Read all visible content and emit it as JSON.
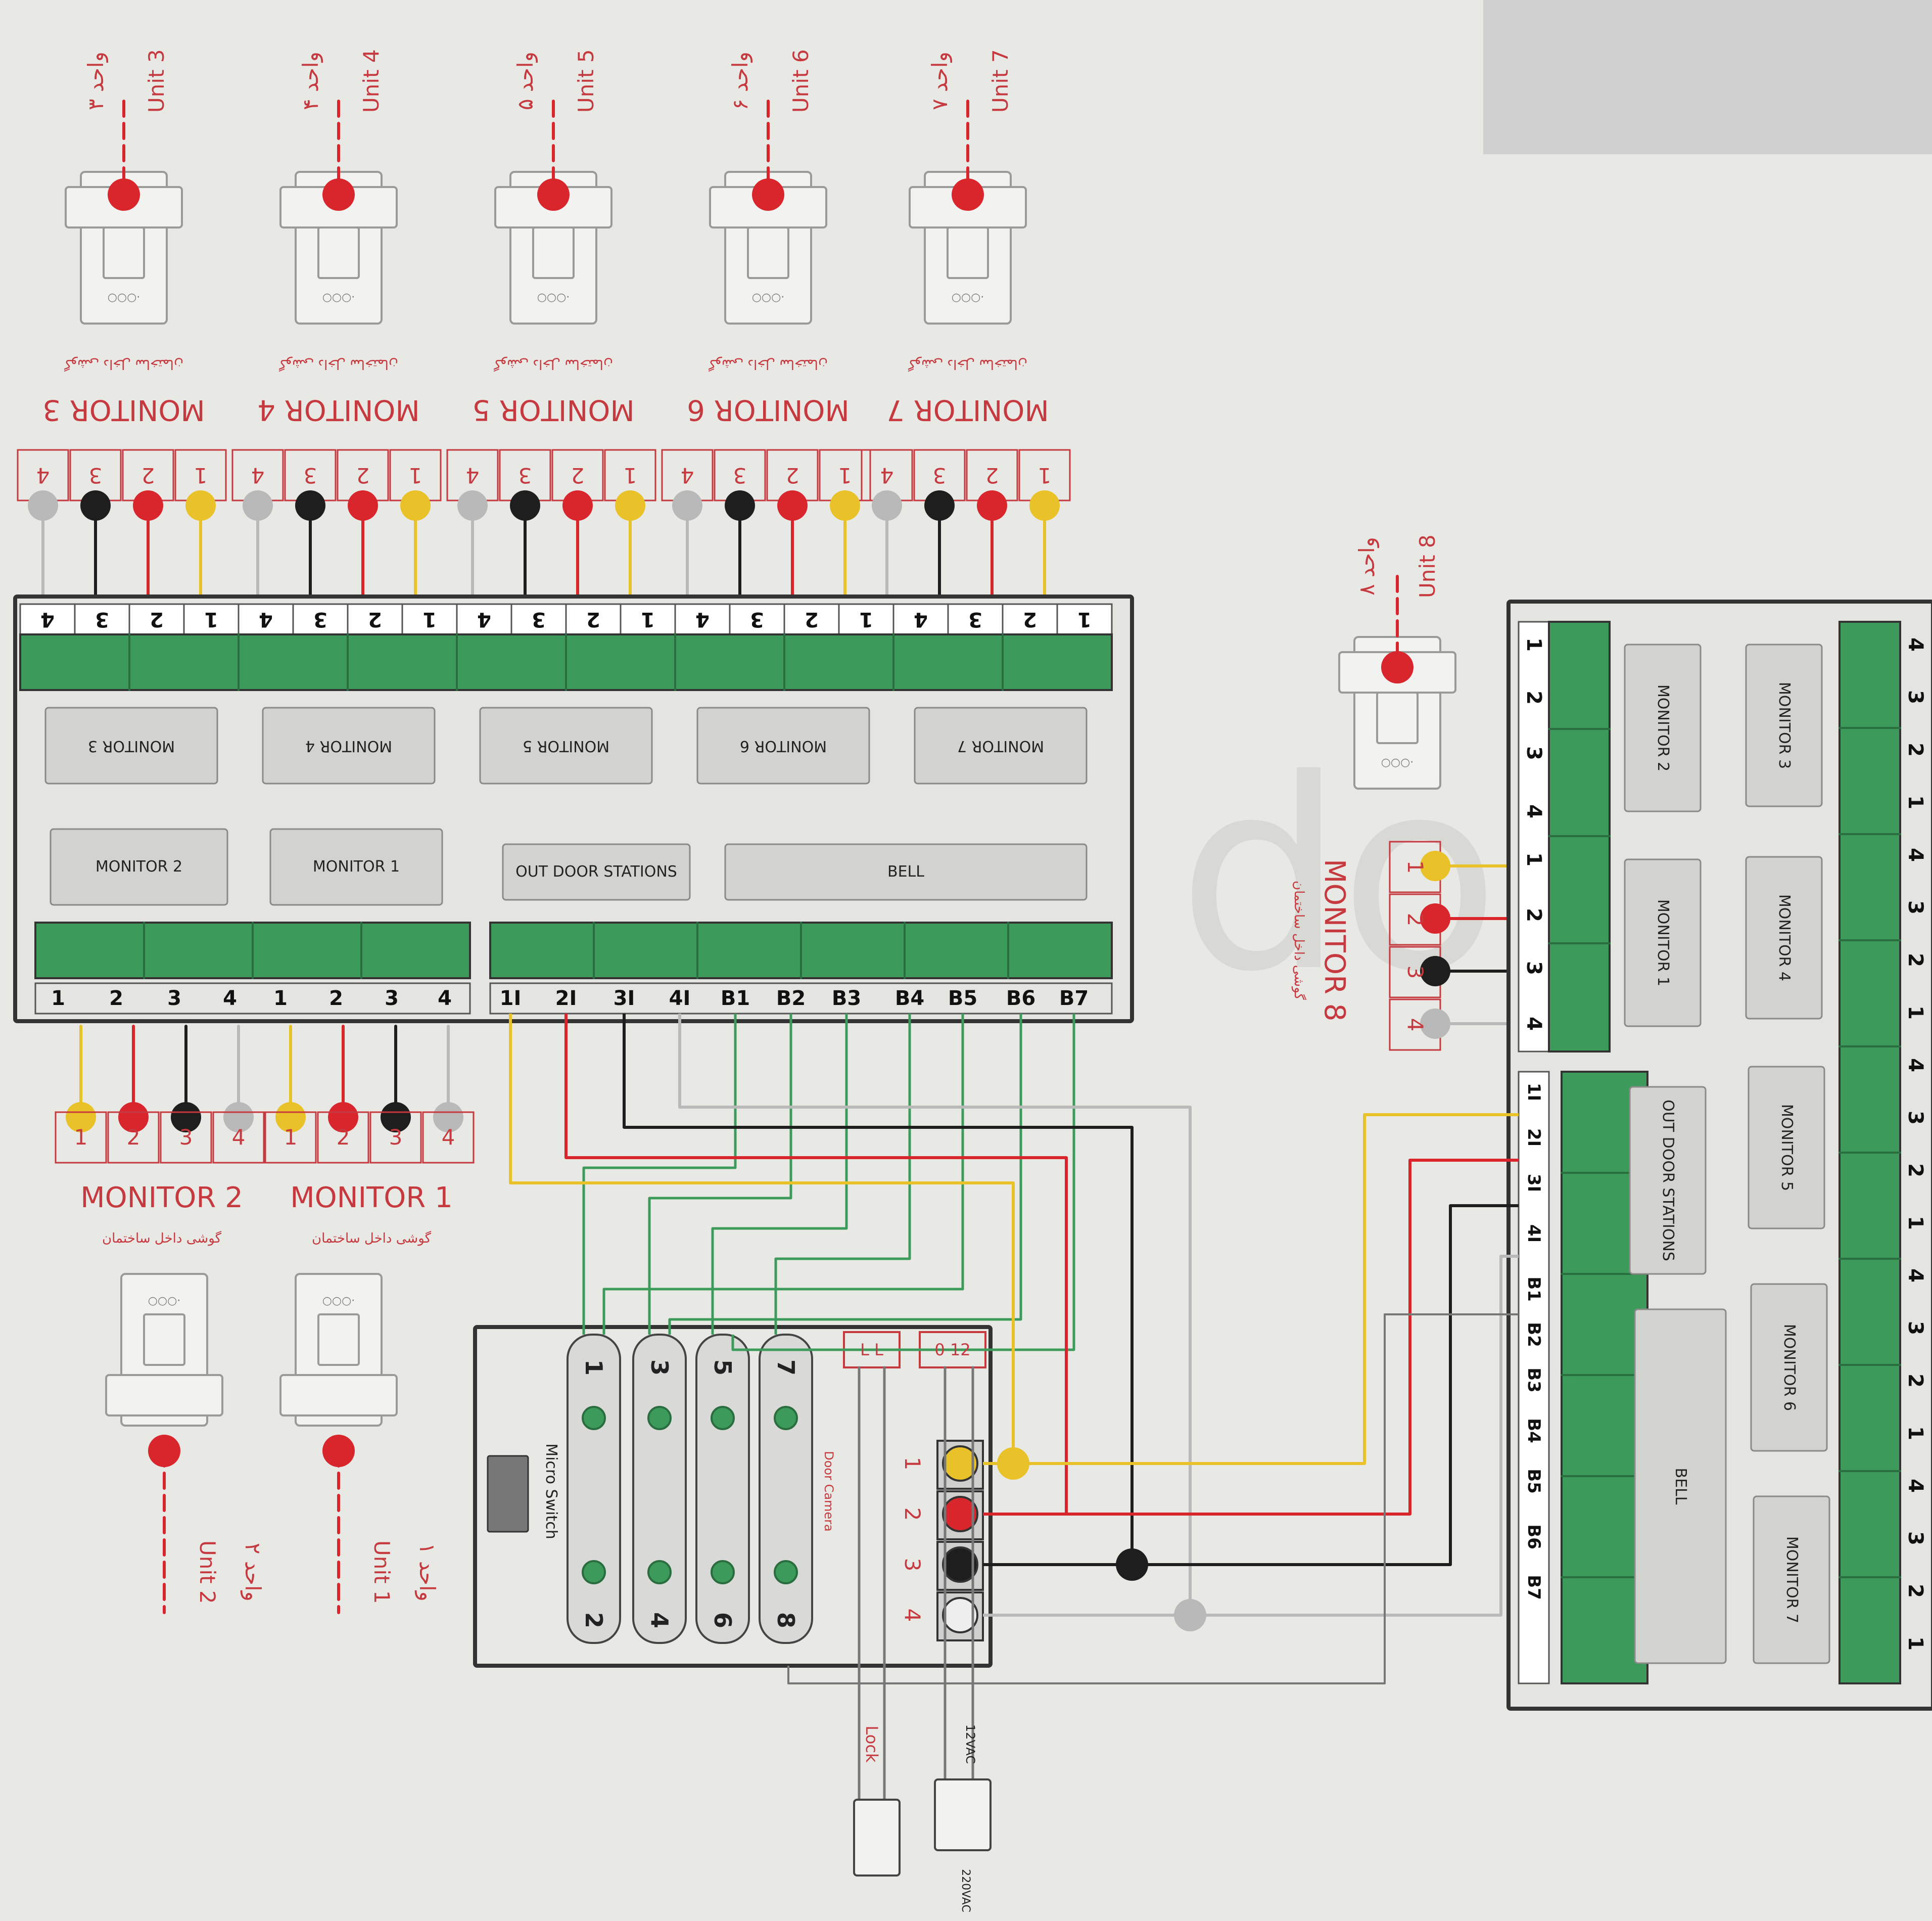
{
  "colors": {
    "yellow": "#e9c22a",
    "red": "#d8262c",
    "black": "#1e1e1e",
    "gray": "#b9b9b9",
    "green": "#3c9b5b",
    "terminal_green": "#3c9b5b",
    "label_red": "#c6393f"
  },
  "watermark": "doka",
  "units_top": [
    {
      "en": "Unit 3",
      "fa": "واحد ۳",
      "monitor": "MONITOR 3",
      "fa_monitor": "گوشی داخل ساختمان"
    },
    {
      "en": "Unit 4",
      "fa": "واحد ۴",
      "monitor": "MONITOR 4",
      "fa_monitor": "گوشی داخل ساختمان"
    },
    {
      "en": "Unit 5",
      "fa": "واحد ۵",
      "monitor": "MONITOR 5",
      "fa_monitor": "گوشی داخل ساختمان"
    },
    {
      "en": "Unit 6",
      "fa": "واحد ۶",
      "monitor": "MONITOR 6",
      "fa_monitor": "گوشی داخل ساختمان"
    },
    {
      "en": "Unit 7",
      "fa": "واحد ۷",
      "monitor": "MONITOR 7",
      "fa_monitor": "گوشی داخل ساختمان"
    }
  ],
  "units_bottom": [
    {
      "en": "Unit 2",
      "fa": "واحد ۲",
      "monitor": "MONITOR 2",
      "fa_monitor": "گوشی داخل ساختمان"
    },
    {
      "en": "Unit 1",
      "fa": "واحد ۱",
      "monitor": "MONITOR 1",
      "fa_monitor": "گوشی داخل ساختمان"
    }
  ],
  "unit8": {
    "en": "Unit 8",
    "fa": "واحد ۸",
    "monitor": "MONITOR 8",
    "fa_monitor": "گوشی داخل ساختمان"
  },
  "main_board": {
    "top_labels": [
      "MONITOR 3",
      "MONITOR 4",
      "MONITOR 5",
      "MONITOR 6",
      "MONITOR 7"
    ],
    "bottom_labels": [
      "MONITOR 2",
      "MONITOR 1",
      "OUT DOOR STATIONS",
      "BELL"
    ],
    "top_terminals": [
      "4",
      "3",
      "2",
      "1",
      "4",
      "3",
      "2",
      "1",
      "4",
      "3",
      "2",
      "1",
      "4",
      "3",
      "2",
      "1",
      "4",
      "3",
      "2",
      "1"
    ],
    "bottom_terminals": [
      "1",
      "2",
      "3",
      "4",
      "1",
      "2",
      "3",
      "4",
      "1I",
      "2I",
      "3I",
      "4I",
      "B1",
      "B2",
      "B3",
      "B4",
      "B5",
      "B6",
      "B7"
    ]
  },
  "wire_numbers": [
    "1",
    "2",
    "3",
    "4"
  ],
  "right_board": {
    "labels": [
      "MONITOR 3",
      "MONITOR 2",
      "MONITOR 4",
      "MONITOR 1",
      "MONITOR 5",
      "OUT DOOR STATIONS",
      "MONITOR 6",
      "BELL",
      "MONITOR 7"
    ],
    "left_terminals": [
      "1",
      "2",
      "3",
      "4",
      "1",
      "2",
      "3",
      "4",
      "1I",
      "2I",
      "3I",
      "4I",
      "B1",
      "B2",
      "B3",
      "B4",
      "B5",
      "B6",
      "B7"
    ],
    "right_terminals": [
      "4",
      "3",
      "2",
      "1",
      "4",
      "3",
      "2",
      "1",
      "4",
      "3",
      "2",
      "1",
      "4",
      "3",
      "2",
      "1",
      "4",
      "3",
      "2",
      "1"
    ]
  },
  "door_station": {
    "buttons": [
      "1",
      "2",
      "3",
      "4",
      "5",
      "6",
      "7",
      "8"
    ],
    "micro_switch": "Micro Switch",
    "door_camera": "Door Camera",
    "lock_terminals": "L L",
    "power_terminals": "0 12",
    "terminal_numbers": [
      "1",
      "2",
      "3",
      "4"
    ],
    "lock": "Lock",
    "v12": "12VAC",
    "v220": "220VAC"
  }
}
